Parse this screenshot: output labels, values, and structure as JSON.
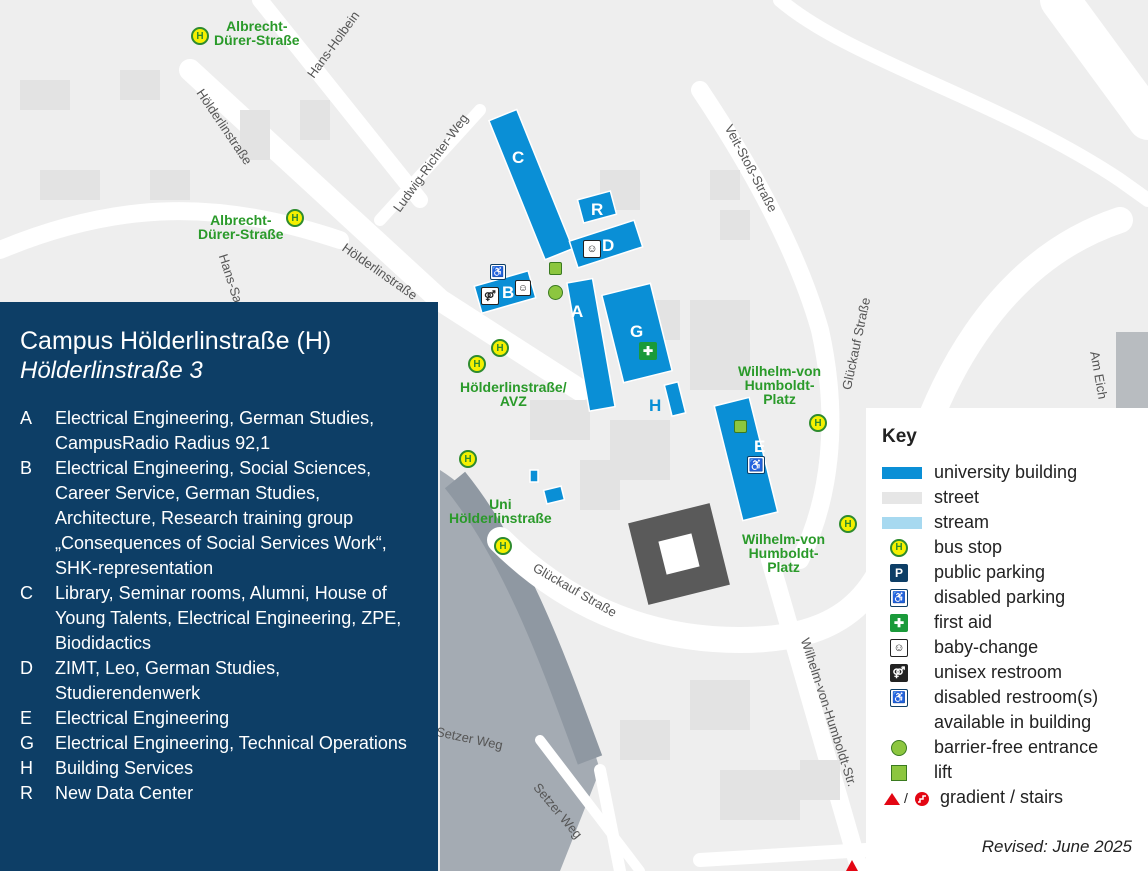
{
  "panel": {
    "title": "Campus Hölderlinstraße (H)",
    "subtitle": "Hölderlinstraße 3",
    "buildings": [
      {
        "letter": "A",
        "desc": "Electrical Engineering, German Studies, CampusRadio Radius 92,1"
      },
      {
        "letter": "B",
        "desc": "Electrical Engineering, Social Sciences, Career Service, German Studies, Architecture, Research training group „Consequences of Social Services Work“, SHK-representation"
      },
      {
        "letter": "C",
        "desc": "Library, Seminar rooms, Alumni, House of Young Talents, Electrical Engineering, ZPE, Biodidactics"
      },
      {
        "letter": "D",
        "desc": "ZIMT, Leo, German Studies, Studierendenwerk"
      },
      {
        "letter": "E",
        "desc": "Electrical Engineering"
      },
      {
        "letter": "G",
        "desc": "Electrical Engineering, Technical Operations"
      },
      {
        "letter": "H",
        "desc": "Building Services"
      },
      {
        "letter": "R",
        "desc": "New Data Center"
      }
    ]
  },
  "key": {
    "title": "Key",
    "items": [
      {
        "icon": "university-building-swatch",
        "label": "university building",
        "color": "#0a8fd6"
      },
      {
        "icon": "street-swatch",
        "label": "street",
        "color": "#e6e6e6"
      },
      {
        "icon": "stream-swatch",
        "label": "stream",
        "color": "#a7d9f0"
      },
      {
        "icon": "bus-stop-icon",
        "label": "bus stop",
        "color": "#f4f000"
      },
      {
        "icon": "public-parking-icon",
        "label": "public parking",
        "color": "#0d3e66"
      },
      {
        "icon": "disabled-parking-icon",
        "label": "disabled parking",
        "color": "#0d3e66"
      },
      {
        "icon": "first-aid-icon",
        "label": "first aid",
        "color": "#1a9a3a"
      },
      {
        "icon": "baby-change-icon",
        "label": "baby-change",
        "color": "#222222"
      },
      {
        "icon": "unisex-restroom-icon",
        "label": "unisex restroom",
        "color": "#222222"
      },
      {
        "icon": "disabled-restroom-icon",
        "label": "disabled restroom(s)",
        "color": "#0d3e66"
      },
      {
        "icon": "",
        "label": "available in building",
        "color": ""
      },
      {
        "icon": "barrier-free-entrance-icon",
        "label": "barrier-free entrance",
        "color": "#8cc63f"
      },
      {
        "icon": "lift-icon",
        "label": "lift",
        "color": "#8cc63f"
      },
      {
        "icon": "gradient-stairs-icon",
        "label": "gradient / stairs",
        "color": "#e30613"
      }
    ]
  },
  "revised": "Revised: June 2025",
  "bus_symbol": "H",
  "parking_symbol": "P",
  "buildings_on_map": {
    "A": "A",
    "B": "B",
    "C": "C",
    "D": "D",
    "E": "E",
    "G": "G",
    "H": "H",
    "R": "R"
  },
  "stop_labels": {
    "albrecht_top": "Albrecht-\nDürer-Straße",
    "albrecht_mid": "Albrecht-\nDürer-Straße",
    "hoelderlin_avz": "Hölderlinstraße/\nAVZ",
    "uni_hoelderlin": "Uni\nHölderlinstraße",
    "wvh_upper": "Wilhelm-von\nHumboldt-\nPlatz",
    "wvh_lower": "Wilhelm-von\nHumboldt-\nPlatz"
  },
  "streets": {
    "hoelderlin_1": "Hölderlinstraße",
    "hoelderlin_2": "Hölderlinstraße",
    "hans_holbein": "Hans-Holbein",
    "ludwig_richter": "Ludwig-Richter-Weg",
    "veit_stoss": "Veit-Stoß-Straße",
    "glueckauf_1": "Glückauf Straße",
    "glueckauf_2": "Glückauf Straße",
    "wvh_str": "Wilhelm-von-Humboldt-Str.",
    "setzer_1": "Setzer Weg",
    "setzer_2": "Setzer Weg",
    "hans_sachs": "Hans-Sachs",
    "am_eich": "Am Eich"
  },
  "colors": {
    "building": "#0a8fd6",
    "panel": "#0d3e66",
    "street": "#ffffff",
    "block": "#e0e0e0",
    "water": "#9aa3ad",
    "stop_text": "#2a9a2a",
    "lift": "#8cc63f",
    "stairs": "#e30613"
  }
}
